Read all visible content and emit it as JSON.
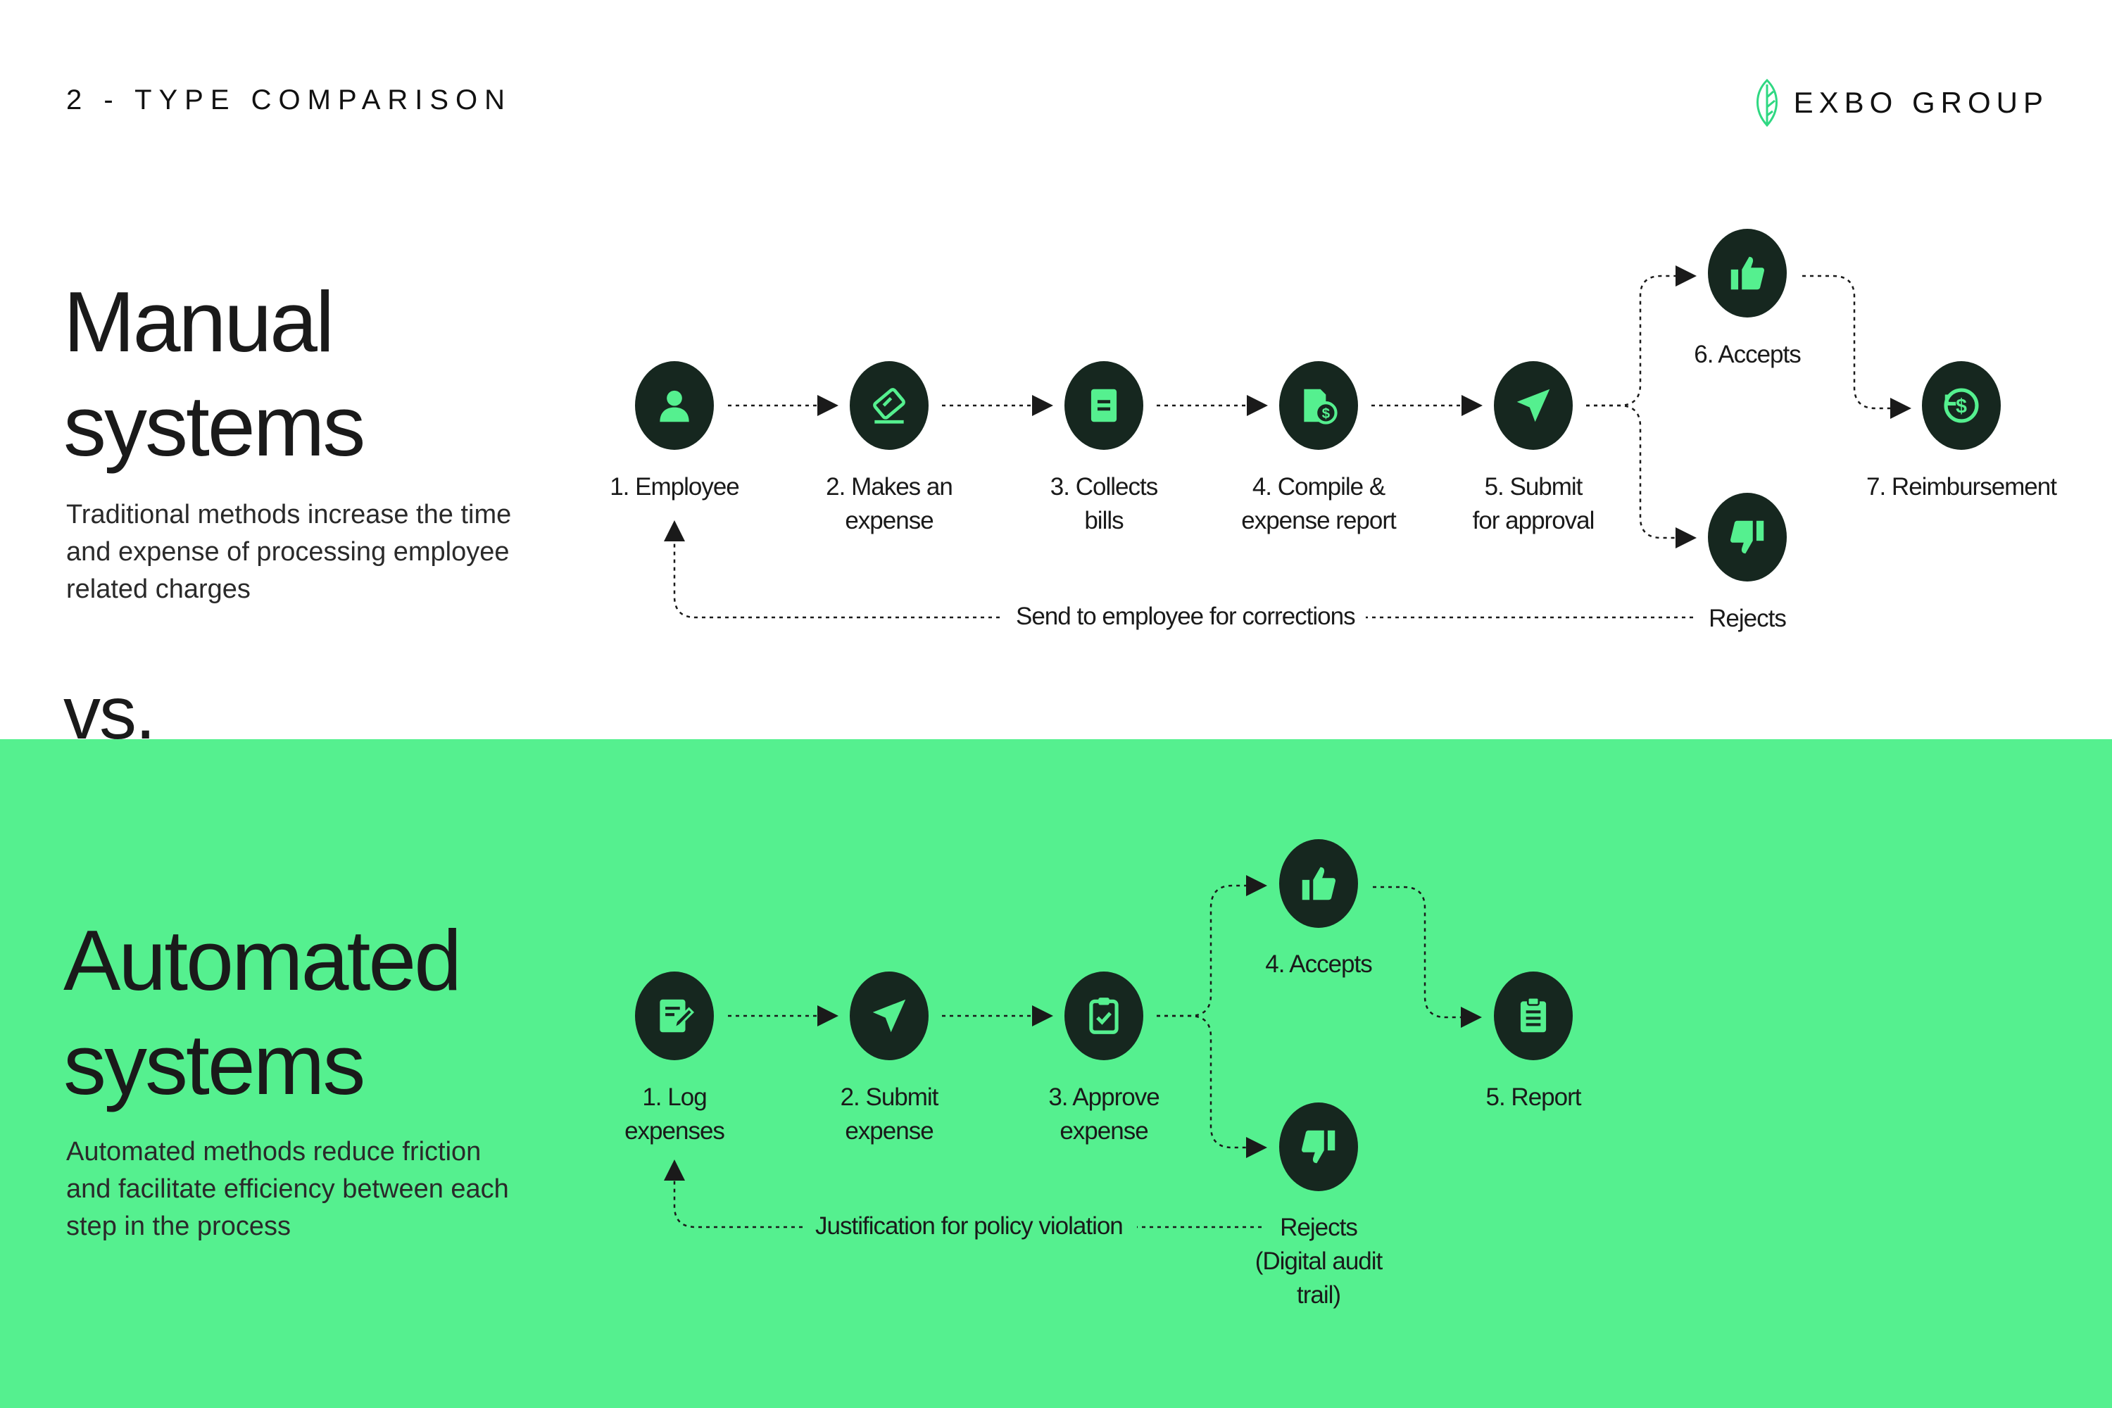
{
  "header": {
    "section": "2 - TYPE COMPARISON",
    "brand": "EXBO GROUP",
    "brand_icon": "leaf-icon"
  },
  "manual": {
    "title_line1": "Manual",
    "title_line2": "systems",
    "description": "Traditional methods increase the time and expense of processing employee related charges",
    "steps": [
      {
        "label": "1.  Employee",
        "icon": "user-icon"
      },
      {
        "label": "2. Makes an\nexpense",
        "icon": "card-icon"
      },
      {
        "label": "3. Collects\nbills",
        "icon": "bill-icon"
      },
      {
        "label": "4. Compile &\nexpense report",
        "icon": "report-dollar-icon"
      },
      {
        "label": "5. Submit\nfor approval",
        "icon": "send-icon"
      },
      {
        "label": "6. Accepts",
        "icon": "thumbs-up-icon"
      },
      {
        "label": "Rejects",
        "icon": "thumbs-down-icon"
      },
      {
        "label": "7. Reimbursement",
        "icon": "refund-icon"
      }
    ],
    "loop_label": "Send to employee for corrections"
  },
  "vs": "vs.",
  "automated": {
    "title_line1": "Automated",
    "title_line2": "systems",
    "description": "Automated methods reduce friction and facilitate efficiency between each step in the process",
    "steps": [
      {
        "label": "1.  Log\nexpenses",
        "icon": "edit-doc-icon"
      },
      {
        "label": "2. Submit\nexpense",
        "icon": "send-icon"
      },
      {
        "label": "3. Approve\nexpense",
        "icon": "clipboard-check-icon"
      },
      {
        "label": "4. Accepts",
        "icon": "thumbs-up-icon"
      },
      {
        "label": "Rejects",
        "icon": "thumbs-down-icon"
      },
      {
        "label": "5. Report",
        "icon": "clipboard-list-icon"
      }
    ],
    "reject_note": "(Digital audit\ntrail)",
    "loop_label": "Justification for policy violation"
  },
  "colors": {
    "accent": "#55f08f",
    "node": "#16271f",
    "text": "#1a1a1a"
  }
}
